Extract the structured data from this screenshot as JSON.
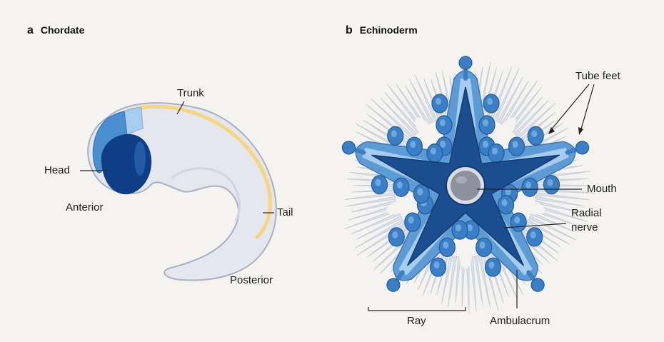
{
  "panels": {
    "a": {
      "letter": "a",
      "title": "Chordate"
    },
    "b": {
      "letter": "b",
      "title": "Echinoderm"
    }
  },
  "chordate_labels": {
    "trunk": "Trunk",
    "head": "Head",
    "anterior": "Anterior",
    "tail": "Tail",
    "posterior": "Posterior"
  },
  "echinoderm_labels": {
    "tube_feet": "Tube feet",
    "mouth": "Mouth",
    "radial_nerve_line1": "Radial",
    "radial_nerve_line2": "nerve",
    "ray": "Ray",
    "ambulacrum": "Ambulacrum"
  },
  "colors": {
    "background": "#f4f3ef",
    "embryo_body": "#e5e6ee",
    "embryo_outline": "#aab0c4",
    "head_dark": "#0e3f86",
    "head_mid": "#4a8fd0",
    "head_light": "#a9cdef",
    "neural_tube": "#f4d77e",
    "water_vascular_light": "#a6ccef",
    "ambulacrum_blue": "#5d9bd5",
    "tube_foot_blue": "#3a7fc6",
    "radial_nerve": "#1b4e8f",
    "mouth": "#8d919c",
    "spines": "#dde1ea"
  }
}
